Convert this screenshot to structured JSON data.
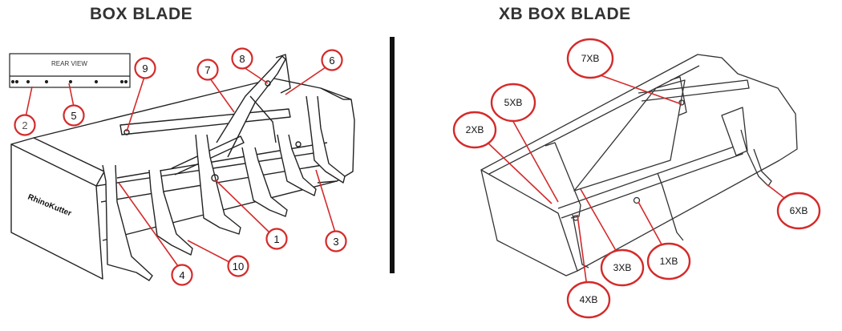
{
  "left": {
    "title": "BOX BLADE",
    "rear_view_label": "REAR VIEW",
    "logo_text": "RhinoKutter",
    "callouts": [
      "1",
      "2",
      "3",
      "4",
      "5",
      "6",
      "7",
      "8",
      "9",
      "10"
    ]
  },
  "right": {
    "title": "XB BOX BLADE",
    "callouts": [
      "1XB",
      "2XB",
      "3XB",
      "4XB",
      "5XB",
      "6XB",
      "7XB"
    ]
  },
  "colors": {
    "callout_ring": "#d42a2a",
    "leader_line": "#d42a2a",
    "drawing": "#222222",
    "title": "#333333",
    "divider": "#111111"
  }
}
